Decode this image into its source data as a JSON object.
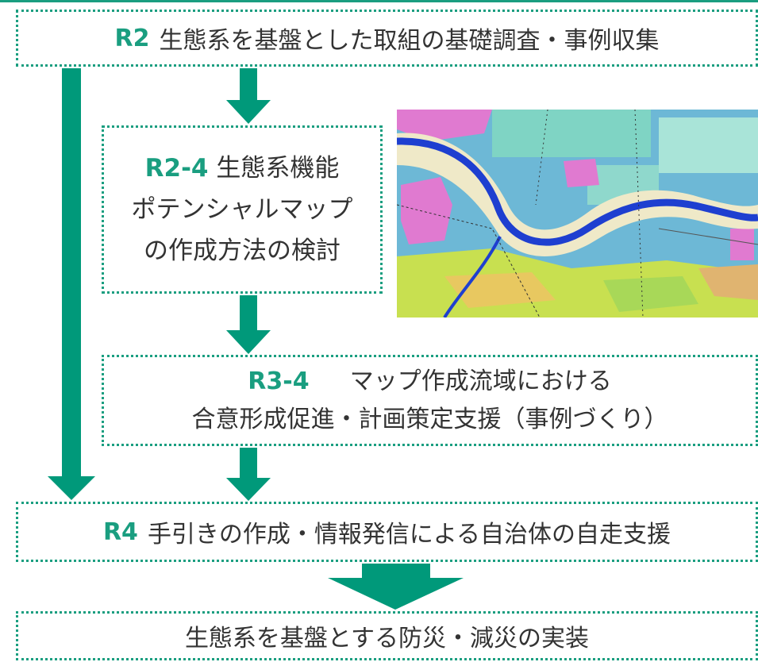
{
  "boxes": {
    "r2": {
      "code": "R2",
      "text": "生態系を基盤とした取組の基礎調査・事例収集"
    },
    "r24": {
      "code": "R2-4",
      "line1": "生態系機能",
      "line2": "ポテンシャルマップ",
      "line3": "の作成方法の検討"
    },
    "r34": {
      "code": "R3-4",
      "line1": "マップ作成流域における",
      "line2": "合意形成促進・計画策定支援（事例づくり）"
    },
    "r4": {
      "code": "R4",
      "text": "手引きの作成・情報発信による自治体の自走支援"
    },
    "goal": {
      "text": "生態系を基盤とする防災・減災の実装"
    }
  },
  "colors": {
    "accent": "#1a9e80",
    "arrow": "#00997a",
    "text": "#333333"
  }
}
